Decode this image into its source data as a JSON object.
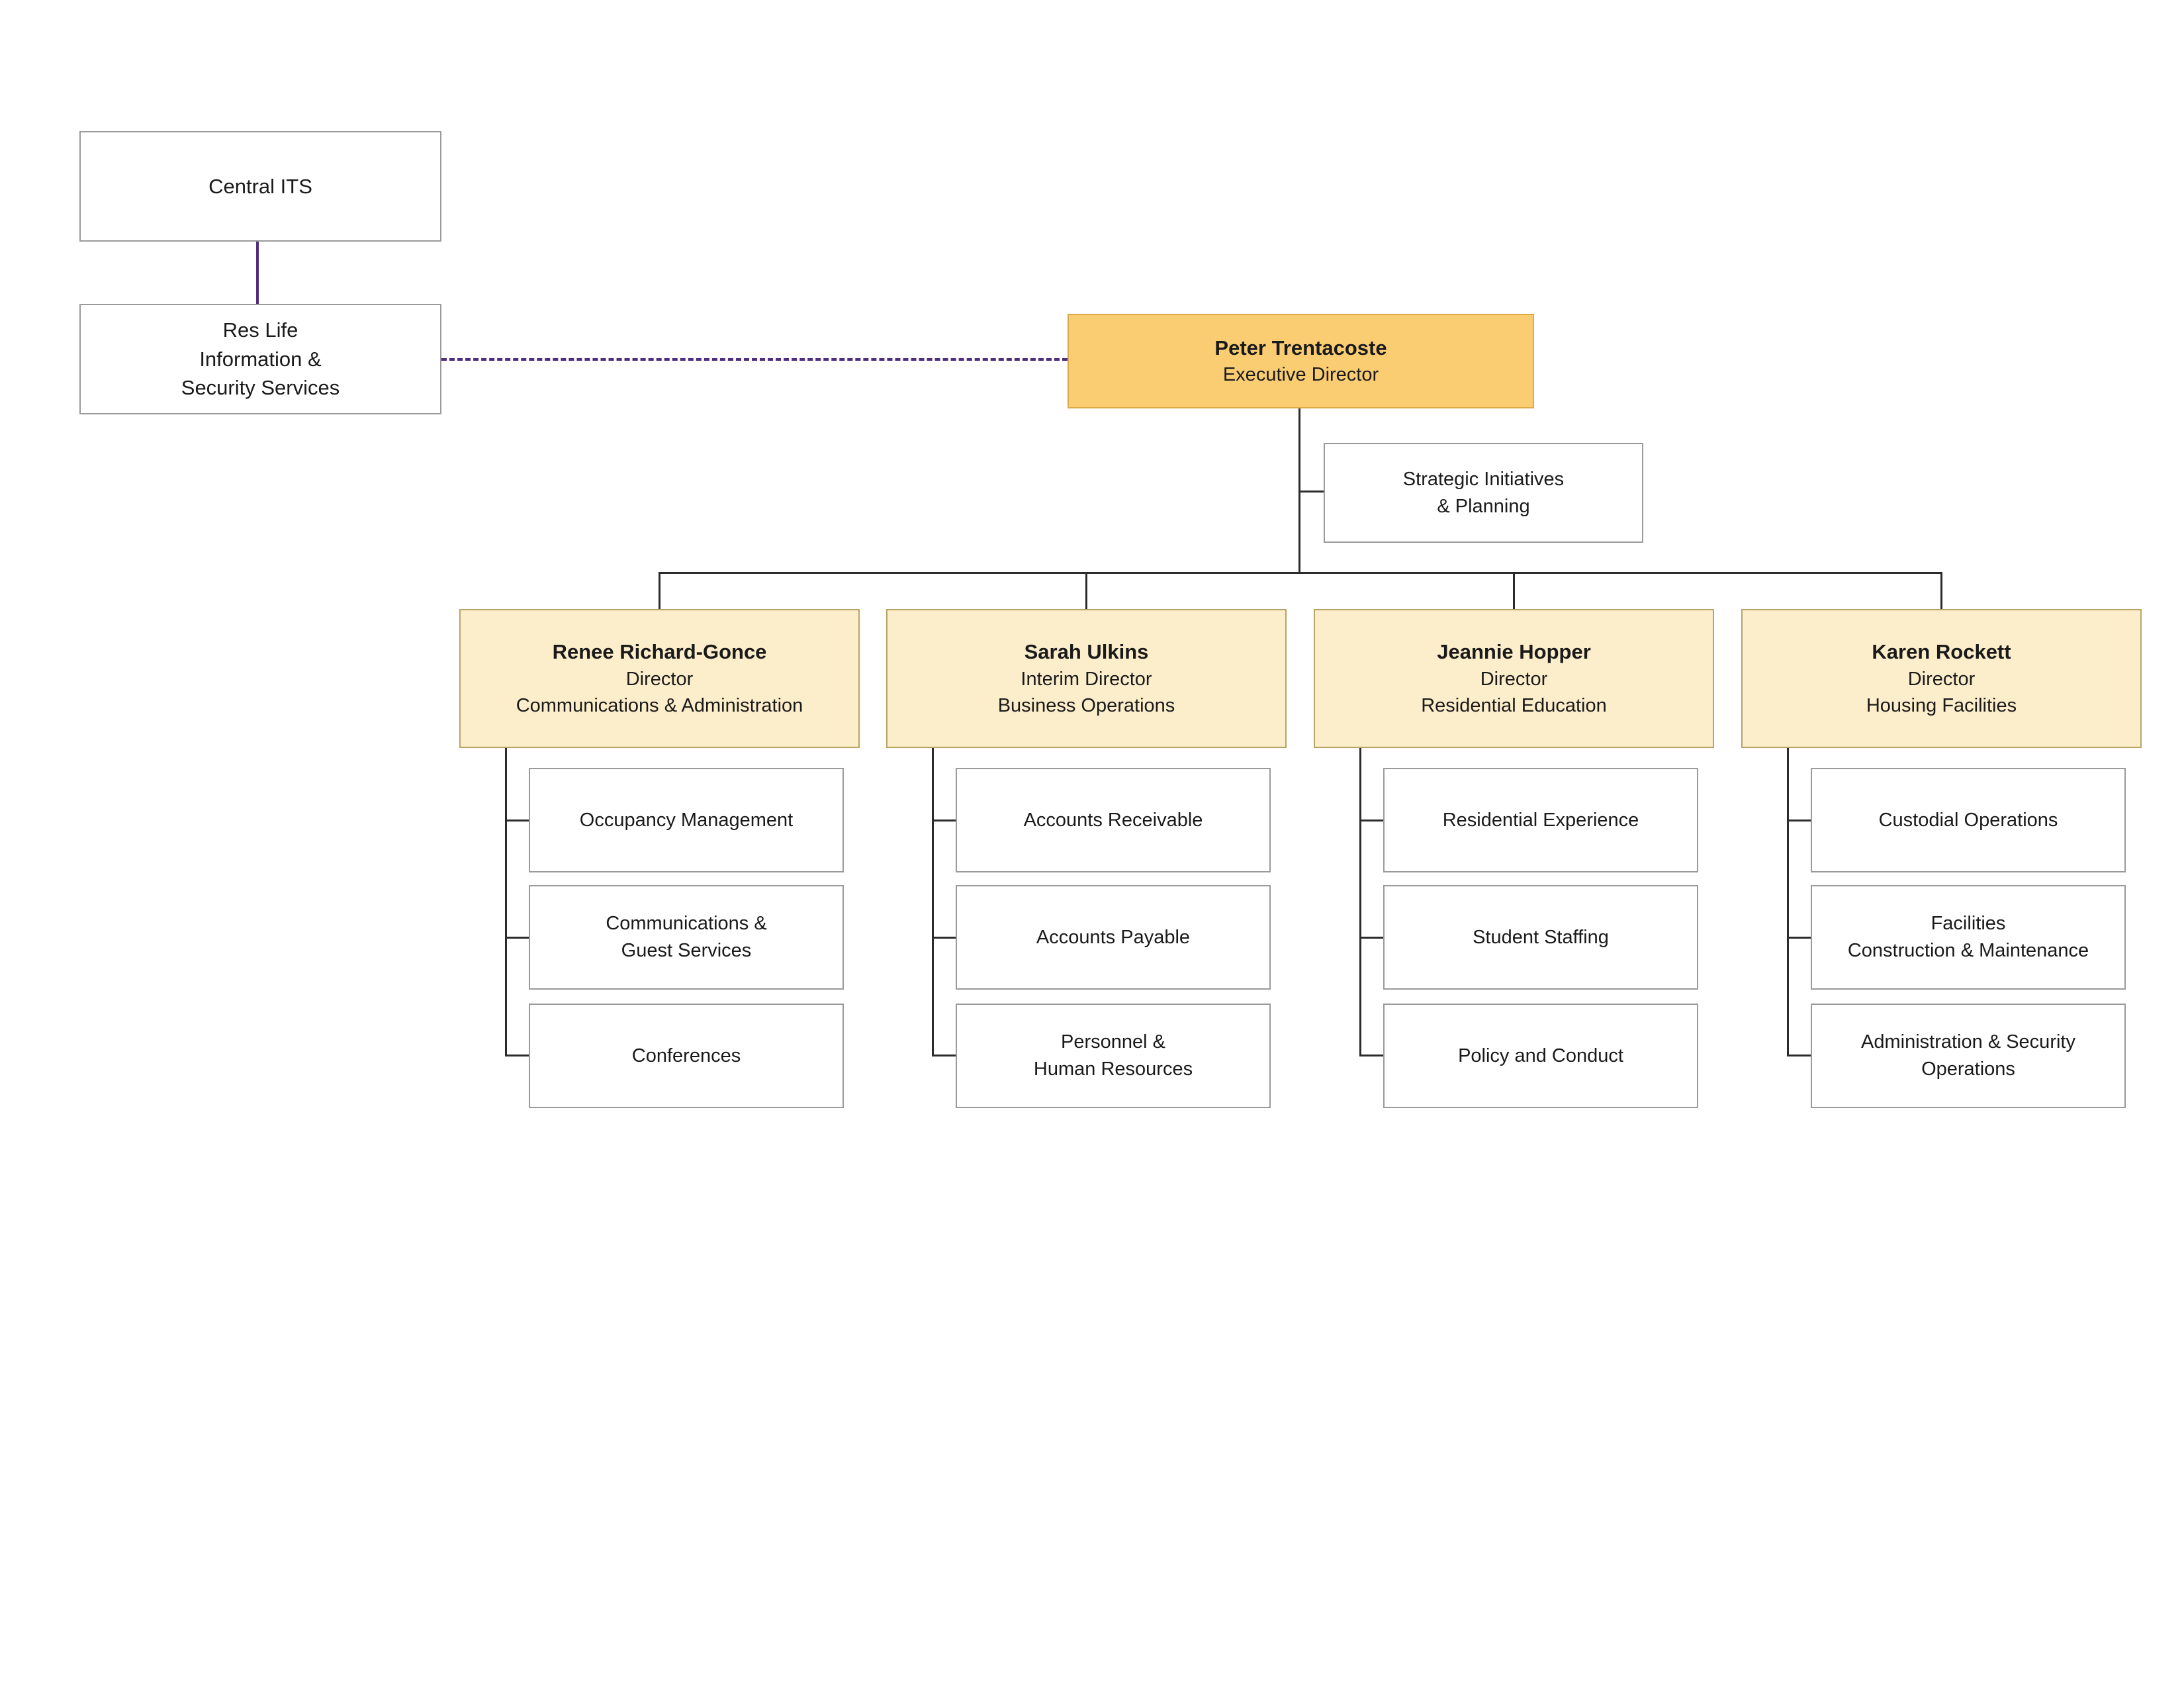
{
  "diagram": {
    "central_its": "Central ITS",
    "res_life": "Res Life\nInformation &\nSecurity Services",
    "executive": {
      "name": "Peter Trentacoste",
      "title": "Executive Director"
    },
    "strategic": "Strategic Initiatives\n& Planning",
    "directors": [
      {
        "name": "Renee Richard-Gonce",
        "title": "Director",
        "dept": "Communications & Administration",
        "units": [
          "Occupancy Management",
          "Communications &\nGuest Services",
          "Conferences"
        ]
      },
      {
        "name": "Sarah Ulkins",
        "title": "Interim Director",
        "dept": "Business Operations",
        "units": [
          "Accounts Receivable",
          "Accounts Payable",
          "Personnel &\nHuman Resources"
        ]
      },
      {
        "name": "Jeannie Hopper",
        "title": "Director",
        "dept": "Residential Education",
        "units": [
          "Residential Experience",
          "Student Staffing",
          "Policy and Conduct"
        ]
      },
      {
        "name": "Karen Rockett",
        "title": "Director",
        "dept": "Housing Facilities",
        "units": [
          "Custodial Operations",
          "Facilities\nConstruction & Maintenance",
          "Administration & Security\nOperations"
        ]
      }
    ],
    "colors": {
      "executive_fill": "#FACD73",
      "director_fill": "#FCEDCB",
      "accent_purple": "#4F2D7F"
    }
  }
}
